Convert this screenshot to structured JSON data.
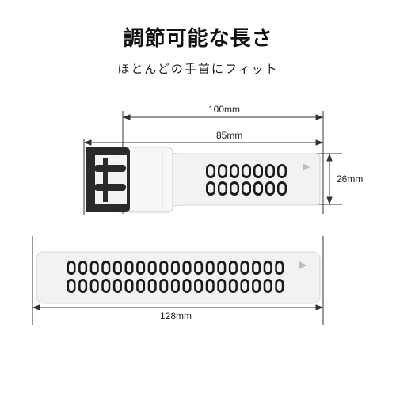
{
  "heading": {
    "title": "調節可能な長さ",
    "subtitle": "ほとんどの手首にフィット"
  },
  "dimensions": {
    "overall_length": "100mm",
    "strap_length": "85mm",
    "width": "26mm",
    "long_strap_length": "128mm"
  },
  "colors": {
    "strap": "#f3f3f3",
    "strap_edge": "#d8d8d8",
    "holes": "#1a1a1a",
    "buckle": "#2a2a2a",
    "dimension_line": "#333333"
  },
  "icons": [
    "buckle-icon",
    "arrow-tip-icon"
  ]
}
